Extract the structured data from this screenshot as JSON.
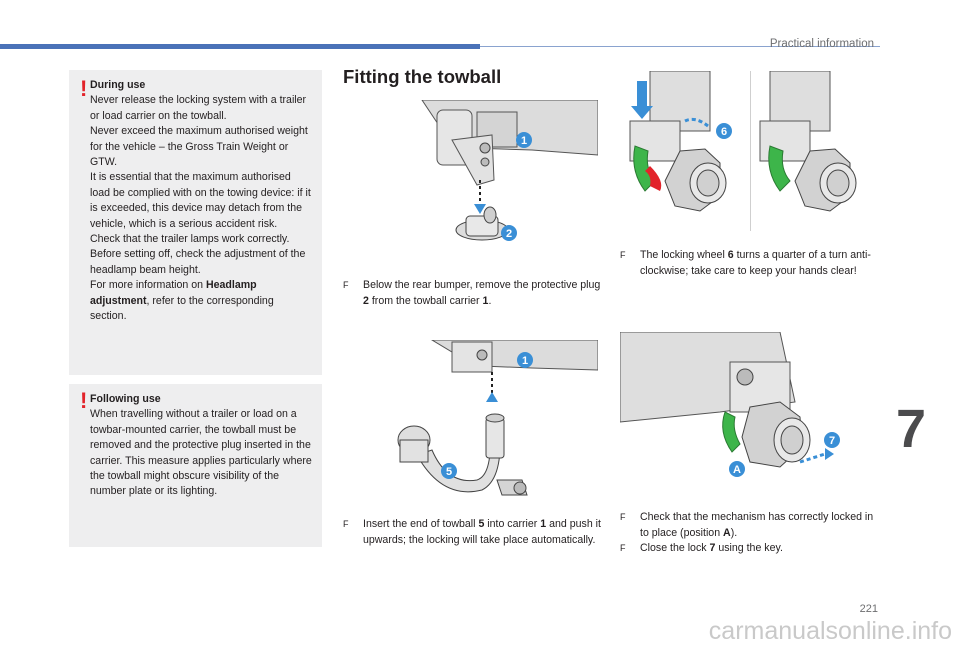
{
  "header": {
    "section_title": "Practical information",
    "accent_color": "#4a72b8"
  },
  "warnings": {
    "during_use": {
      "title": "During use",
      "p1": "Never release the locking system with a trailer or load carrier on the towball.",
      "p2": "Never exceed the maximum authorised weight for the vehicle – the Gross Train Weight or GTW.",
      "p3": "It is essential that the maximum authorised load be complied with on the towing device: if it is exceeded, this device may detach from the vehicle, which is a serious accident risk.",
      "p4": "Check that the trailer lamps work correctly.",
      "p5": "Before setting off, check the adjustment of the headlamp beam height.",
      "p6_pre": "For more information on ",
      "p6_bold": "Headlamp adjustment",
      "p6_post": ", refer to the corresponding section."
    },
    "following_use": {
      "title": "Following use",
      "p1": "When travelling without a trailer or load on a towbar-mounted carrier, the towball must be removed and the protective plug inserted in the carrier. This measure applies particularly where the towball might obscure visibility of the number plate or its lighting."
    },
    "icon_color": "#e2232a"
  },
  "main": {
    "heading": "Fitting the towball"
  },
  "figures": {
    "fig_a_callouts": [
      "1",
      "2"
    ],
    "fig_b_callouts": [
      "1",
      "5"
    ],
    "fig_c_callouts": [
      "6"
    ],
    "fig_d_callouts": [
      "7",
      "A"
    ],
    "callout_color": "#3a8fd6",
    "arrow_color": "#3a8fd6",
    "wheel_color": "#3db54a",
    "lock_color": "#e2232a"
  },
  "steps": {
    "marker": "F",
    "s1": {
      "a": "Below the rear bumper, remove the protective plug ",
      "b1": "2",
      "c": " from the towball carrier ",
      "b2": "1",
      "d": "."
    },
    "s2": {
      "a": "Insert the end of towball ",
      "b1": "5",
      "c": " into carrier ",
      "b2": "1",
      "d": " and push it upwards; the locking will take place automatically."
    },
    "s3": {
      "a": "The locking wheel ",
      "b1": "6",
      "c": " turns a quarter of a turn anti-clockwise; take care to keep your hands clear!"
    },
    "s4": {
      "a": "Check that the mechanism has correctly locked in to place (position ",
      "b1": "A",
      "c": ")."
    },
    "s5": {
      "a": "Close the lock ",
      "b1": "7",
      "c": " using the key."
    }
  },
  "footer": {
    "chapter": "7",
    "page_number": "221",
    "watermark": "carmanualsonline.info"
  }
}
